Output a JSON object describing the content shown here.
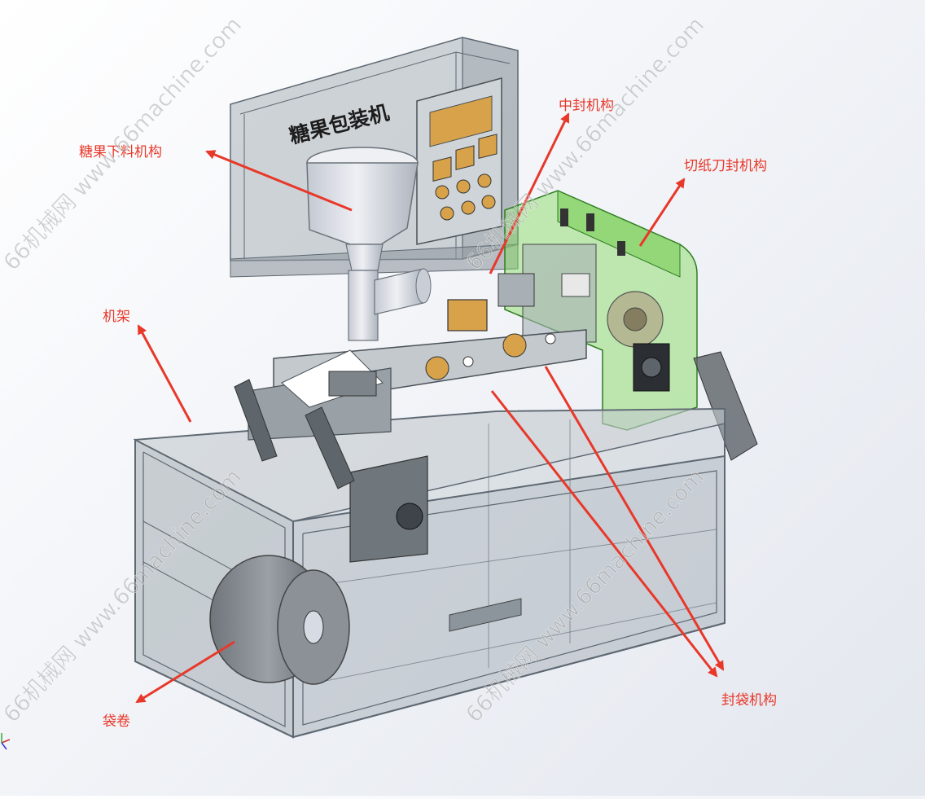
{
  "machine": {
    "panel_title": "糖果包装机"
  },
  "colors": {
    "label": "#e8382a",
    "arrow": "#e8382a",
    "frame": "#5e6872",
    "glass": "#b9c2c8",
    "green_module": "#7ed957",
    "panel": "#d8a24a",
    "hopper": "#d7dbe3"
  },
  "labels": [
    {
      "id": "candy-feed",
      "text": "糖果下料机构"
    },
    {
      "id": "middle-seal",
      "text": "中封机构"
    },
    {
      "id": "cutter-seal",
      "text": "切纸刀封机构"
    },
    {
      "id": "frame",
      "text": "机架"
    },
    {
      "id": "bag-roll",
      "text": "袋卷"
    },
    {
      "id": "bag-seal",
      "text": "封袋机构"
    }
  ],
  "watermarks": [
    {
      "text": "66机械网 www.66machine.com"
    },
    {
      "text": "66机械网 www.66machine.com"
    },
    {
      "text": "66机械网 www.66machine.com"
    },
    {
      "text": "66机械网 www.66machine.com"
    }
  ]
}
